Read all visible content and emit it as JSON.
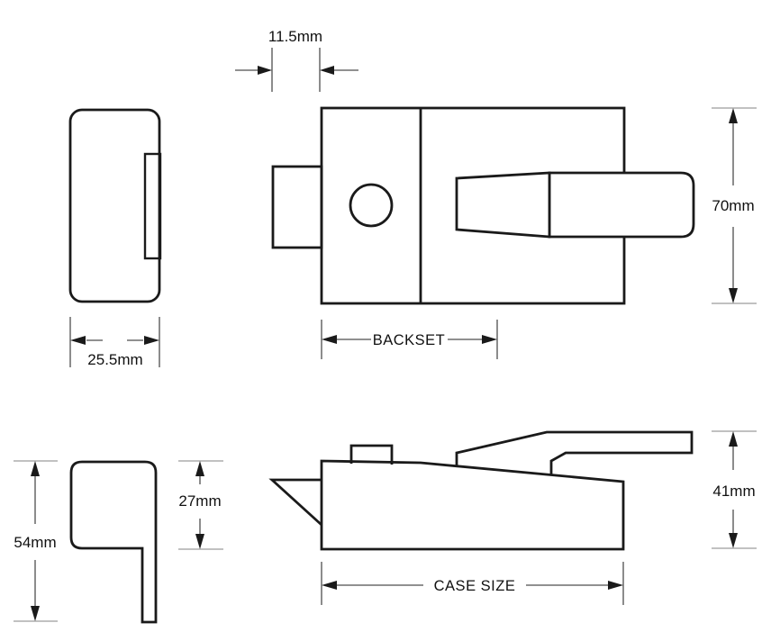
{
  "drawing": {
    "colors": {
      "background": "#ffffff",
      "part_outline": "#1a1a1a",
      "dimension_line": "#4d4d4d",
      "tick_line": "#9c9c9c",
      "text": "#111111"
    },
    "labels": {
      "cylinder_projection": "11.5mm",
      "case_height": "70mm",
      "cylinder_body_width": "25.5mm",
      "backset": "BACKSET",
      "keep_body_height": "27mm",
      "keep_overall_height": "54mm",
      "case_depth": "41mm",
      "case_size": "CASE SIZE"
    }
  }
}
